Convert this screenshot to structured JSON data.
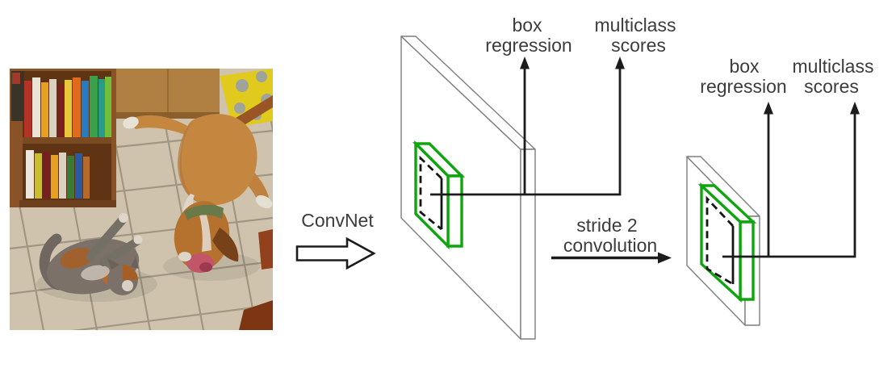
{
  "colors": {
    "anchor_green": "#0fa50f",
    "diagram_black": "#1c1c1c",
    "slab_outline": "#7e7e7e",
    "label_text": "#3c3c3c",
    "photo_floor": "#cfc3ad",
    "photo_grout": "#9c927e",
    "photo_dog_tan": "#c5873f",
    "photo_dog_head": "#b5722f",
    "photo_cat_gray": "#7b7168",
    "photo_wood": "#b07f42",
    "photo_bookcase": "#8a5327",
    "photo_bed_yellow": "#e0ca1d",
    "photo_collar_green": "#68794a",
    "photo_tongue_pink": "#c25668"
  },
  "labels": {
    "convnet": "ConvNet",
    "stride_line1": "stride 2",
    "stride_line2": "convolution"
  },
  "heads": {
    "middle": {
      "box_line1": "box",
      "box_line2": "regression",
      "scores_line1": "multiclass",
      "scores_line2": "scores"
    },
    "right": {
      "box_line1": "box",
      "box_line2": "regression",
      "scores_line1": "multiclass",
      "scores_line2": "scores"
    }
  }
}
